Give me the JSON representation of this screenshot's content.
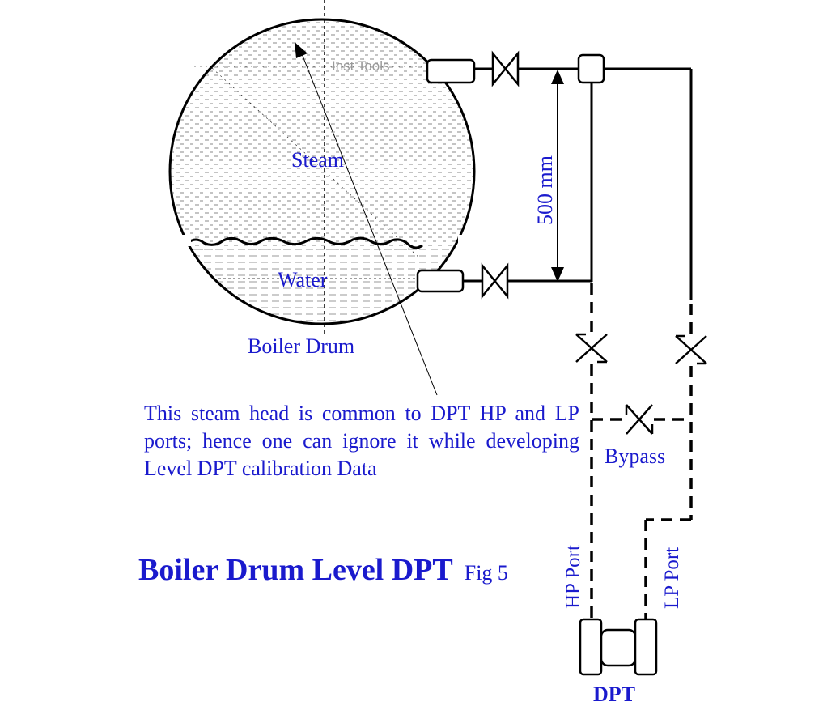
{
  "drum": {
    "watermark": "Inst Tools",
    "steam_label": "Steam",
    "water_label": "Water",
    "caption": "Boiler Drum"
  },
  "dimension": {
    "label": "500 mm"
  },
  "lines": {
    "bypass_label": "Bypass",
    "hp_port_label": "HP Port",
    "lp_port_label": "LP Port",
    "dpt_label": "DPT"
  },
  "note": "This steam head is common to DPT HP and LP ports; hence one can ignore it while developing Level DPT calibration Data",
  "figure": {
    "title": "Boiler Drum Level DPT",
    "subtitle": "Fig 5"
  },
  "colors": {
    "label_blue": "#1a1acd",
    "line_black": "#000000",
    "watermark_gray": "#9a9a9a"
  }
}
